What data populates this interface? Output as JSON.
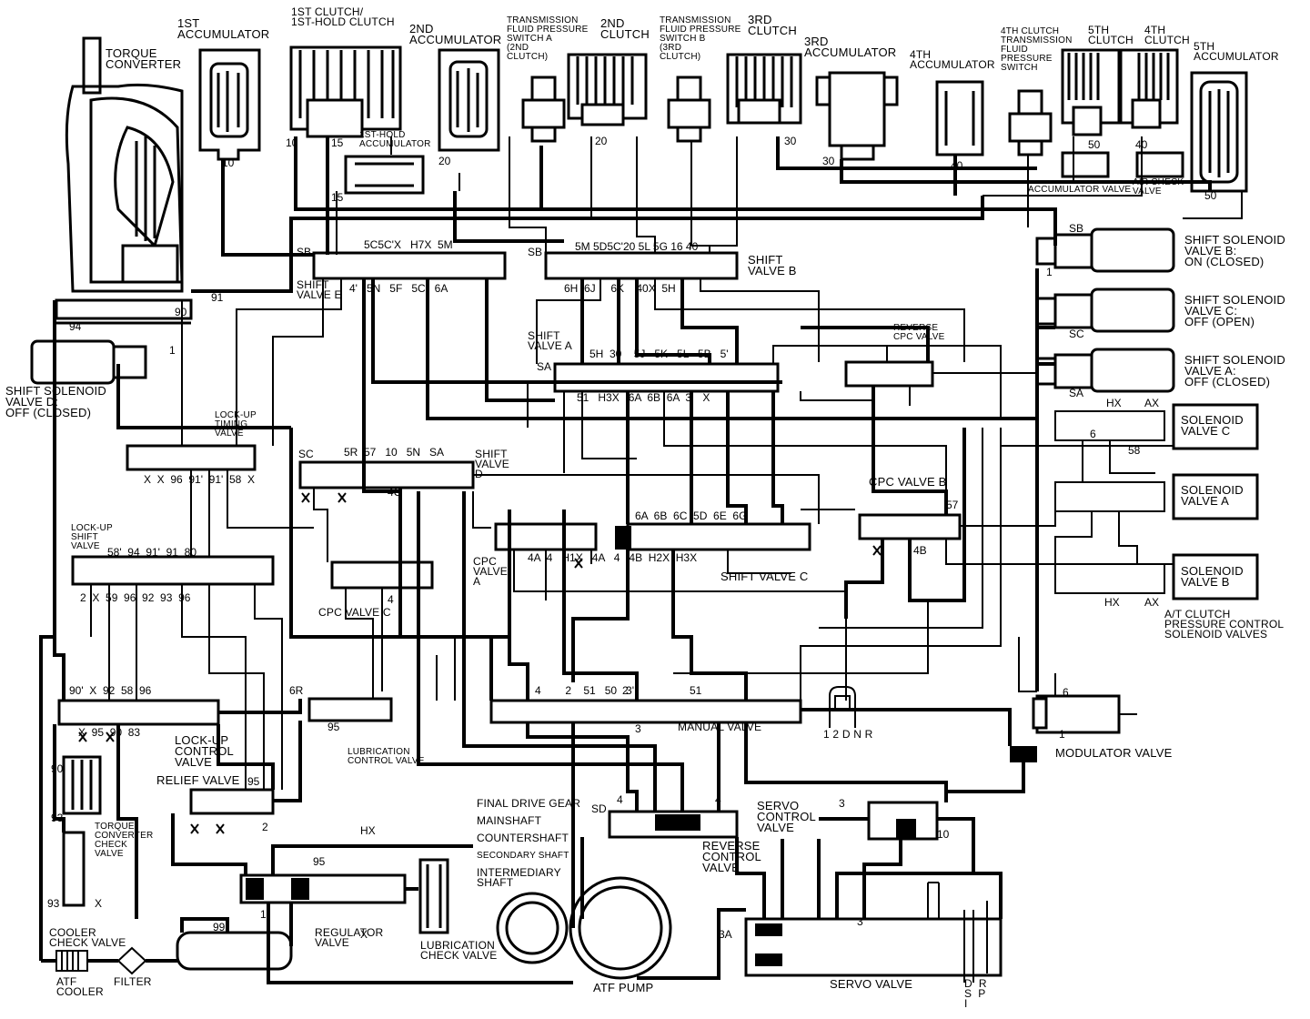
{
  "title": "",
  "components": {
    "torque_converter": "TORQUE\nCONVERTER",
    "acc_1st": "1ST\nACCUMULATOR",
    "clutch_1st": "1ST CLUTCH/\n1ST-HOLD CLUTCH",
    "acc_2nd": "2ND\nACCUMULATOR",
    "tfp_switch_a": "TRANSMISSION\nFLUID PRESSURE\nSWITCH A\n(2ND\nCLUTCH)",
    "clutch_2nd": "2ND\nCLUTCH",
    "tfp_switch_b": "TRANSMISSION\nFLUID PRESSURE\nSWITCH B\n(3RD\nCLUTCH)",
    "clutch_3rd": "3RD\nCLUTCH",
    "acc_3rd": "3RD\nACCUMULATOR",
    "acc_4th": "4TH\nACCUMULATOR",
    "clutch_4th_switch": "4TH CLUTCH\nTRANSMISSION\nFLUID\nPRESSURE\nSWITCH",
    "clutch_5th": "5TH\nCLUTCH",
    "clutch_4th": "4TH\nCLUTCH",
    "acc_5th": "5TH\nACCUMULATOR",
    "acc_1st_hold": "1ST-HOLD\nACCUMULATOR",
    "accumulator_valve": "ACCUMULATOR VALVE",
    "air_check_valve": "AIR CHECK\nVALVE",
    "shift_sol_b": "SHIFT SOLENOID\nVALVE B:\nON (CLOSED)",
    "shift_sol_c": "SHIFT SOLENOID\nVALVE C:\nOFF (OPEN)",
    "shift_sol_a": "SHIFT SOLENOID\nVALVE A:\nOFF (CLOSED)",
    "shift_sol_d": "SHIFT SOLENOID\nVALVE D:\nOFF (CLOSED)",
    "shift_valve_e": "SHIFT\nVALVE E",
    "shift_valve_b": "SHIFT\nVALVE B",
    "shift_valve_a": "SHIFT\nVALVE A",
    "shift_valve_d": "SHIFT\nVALVE\nD",
    "shift_valve_c": "SHIFT VALVE C",
    "reverse_cpc": "REVERSE\nCPC VALVE",
    "lockup_timing": "LOCK-UP\nTIMING\nVALVE",
    "lockup_shift": "LOCK-UP\nSHIFT\nVALVE",
    "cpc_valve_c": "CPC VALVE C",
    "cpc_valve_a": "CPC\nVALVE\nA",
    "cpc_valve_b": "CPC VALVE B",
    "sol_c": "SOLENOID\nVALVE C",
    "sol_a": "SOLENOID\nVALVE A",
    "sol_b": "SOLENOID\nVALVE B",
    "at_clutch_sol": "A/T CLUTCH\nPRESSURE CONTROL\nSOLENOID VALVES",
    "manual_valve": "MANUAL VALVE",
    "modulator_valve": "MODULATOR VALVE",
    "lockup_control": "LOCK-UP\nCONTROL\nVALVE",
    "relief_valve": "RELIEF VALVE",
    "lubrication_control": "LUBRICATION\nCONTROL VALVE",
    "tc_check_valve": "TORQUE\nCONVERTER\nCHECK\nVALVE",
    "cooler_check_valve": "COOLER\nCHECK VALVE",
    "atf_cooler": "ATF\nCOOLER",
    "filter": "FILTER",
    "regulator_valve": "REGULATOR\nVALVE",
    "final_drive_gear": "FINAL DRIVE GEAR",
    "mainshaft": "MAINSHAFT",
    "countershaft": "COUNTERSHAFT",
    "secondary_shaft": "SECONDARY SHAFT",
    "intermediary_shaft": "INTERMEDIARY\nSHAFT",
    "lubrication_check": "LUBRICATION\nCHECK VALVE",
    "atf_pump": "ATF PUMP",
    "servo_control": "SERVO\nCONTROL\nVALVE",
    "reverse_control": "REVERSE\nCONTROL\nVALVE",
    "servo_valve": "SERVO VALVE",
    "manual_positions": "1 2 D N R",
    "servo_positions": "D  R\nS  P\nI"
  },
  "port_labels": {
    "sb": "SB",
    "sc": "SC",
    "sa": "SA",
    "sd": "SD",
    "hx": "HX",
    "ax": "AX",
    "x": "X",
    "p10": "10",
    "p15": "15",
    "p20": "20",
    "p30": "30",
    "p40": "40",
    "p50": "50",
    "p90": "90",
    "p91": "91",
    "p94": "94",
    "p93": "93",
    "p95": "95",
    "p99": "99",
    "p1": "1",
    "p2": "2",
    "p3": "3",
    "p4": "4",
    "p6": "6",
    "p57": "57",
    "p58": "58",
    "p6r": "6R",
    "p4b": "4B",
    "p4c": "4C",
    "p51": "51",
    "p3a": "3A",
    "ev_ports": "5C5C'X   H7X  5M",
    "ev_ports2": "4'   5N   5F   5C   6A",
    "bv_ports": "5M 5D5C'20 5L 5G 16 40",
    "bv_ports2": "6H  6J     6K    40X  5H",
    "av_ports": "5H  30    5J   5K   5L   5B   5'",
    "av_ports2": "51   H3X   6A  6B  6A  3'   X",
    "dv_ports": "5R  57   10   5N   SA",
    "cv_ports": "6A  6B  6C  5D  6E  6G",
    "cv_ports2": "4A  4   H1X   4A   4   4B  H2X  H3X",
    "ls_ports": "58'  94  91'  91  80",
    "ls_ports2": "2  X  59  96  92  93  96",
    "lt_ports": "X  X  96  91'  91'  58  X",
    "mv_ports": "4        2    51   50   3'",
    "lc_ports": "90'  X  92  58  96",
    "lc_ports2": "X  95  90  83"
  },
  "colors": {
    "line": "#000000",
    "background": "#ffffff"
  }
}
